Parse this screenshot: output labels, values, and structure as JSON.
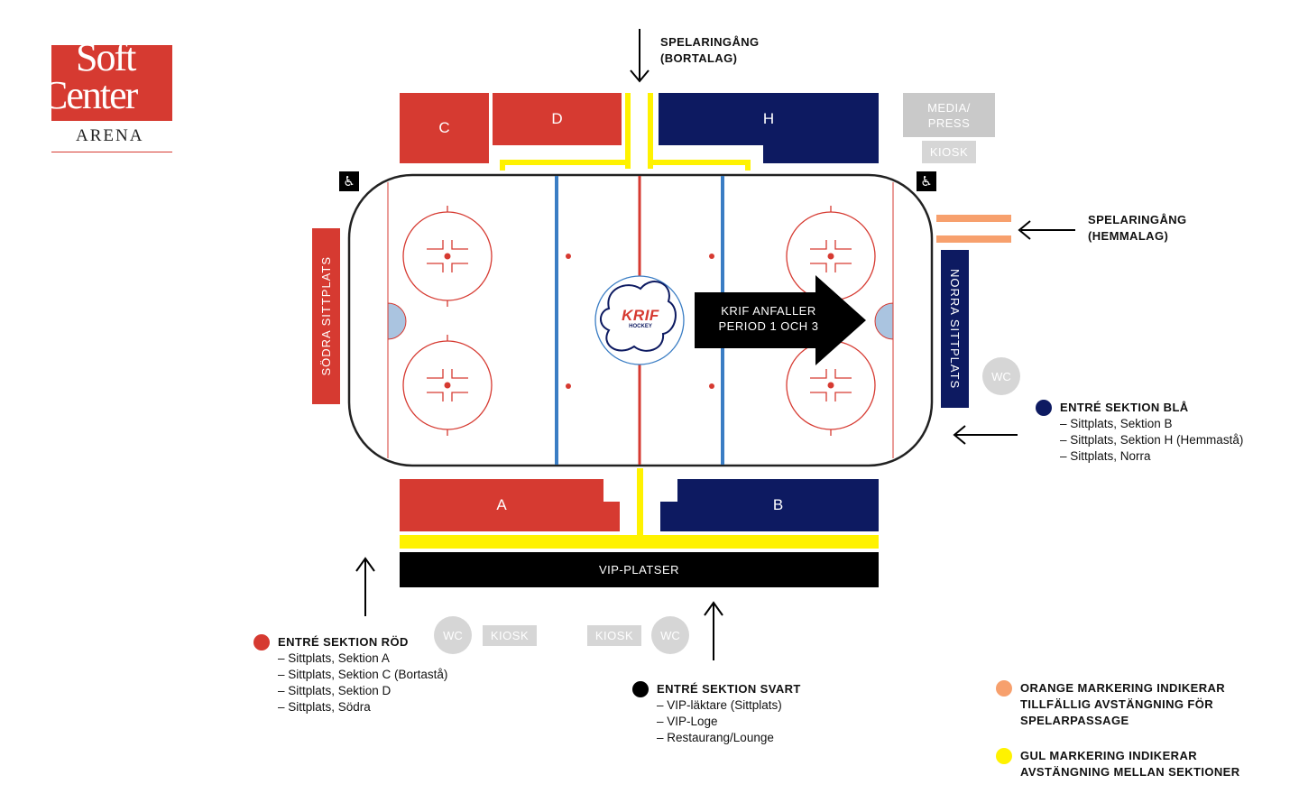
{
  "logo": {
    "line1": "Soft",
    "line2": "Center",
    "line3": "ARENA"
  },
  "sections": {
    "c": "C",
    "d": "D",
    "h": "H",
    "a": "A",
    "b": "B",
    "vip": "VIP-PLATSER",
    "sodra": "SÖDRA SITTPLATS",
    "norra": "NORRA SITTPLATS",
    "media": "MEDIA/\nPRESS",
    "kiosk_top": "KIOSK"
  },
  "entrances": {
    "bortalag": "SPELARINGÅNG\n(BORTALAG)",
    "hemmalag": "SPELARINGÅNG\n(HEMMALAG)"
  },
  "rink": {
    "attack_text": "KRIF ANFALLER\nPERIOD 1 OCH 3",
    "club_logo": "KRIF",
    "club_logo_sub": "HOCKEY"
  },
  "facilities": {
    "wc": "WC",
    "kiosk": "KIOSK"
  },
  "legend": {
    "blue": {
      "title": "ENTRÉ SEKTION BLÅ",
      "items": [
        "– Sittplats, Sektion B",
        "– Sittplats, Sektion H (Hemmastå)",
        "– Sittplats, Norra"
      ],
      "color": "#0d1a61"
    },
    "red": {
      "title": "ENTRÉ SEKTION RÖD",
      "items": [
        "– Sittplats, Sektion A",
        "– Sittplats, Sektion C (Bortastå)",
        "– Sittplats, Sektion D",
        "– Sittplats, Södra"
      ],
      "color": "#d63a31"
    },
    "black": {
      "title": "ENTRÉ SEKTION SVART",
      "items": [
        "– VIP-läktare (Sittplats)",
        "– VIP-Loge",
        "– Restaurang/Lounge"
      ],
      "color": "#000000"
    },
    "orange": {
      "text": "ORANGE MARKERING INDIKERAR\nTILLFÄLLIG AVSTÄNGNING FÖR\nSPELARPASSAGE",
      "color": "#f7a06d"
    },
    "yellow": {
      "text": "GUL MARKERING INDIKERAR\nAVSTÄNGNING MELLAN SEKTIONER",
      "color": "#fff200"
    }
  },
  "icons": [
    "wheelchair-icon",
    "arrow-down-icon",
    "arrow-left-icon",
    "arrow-up-icon",
    "arrow-right-icon"
  ]
}
